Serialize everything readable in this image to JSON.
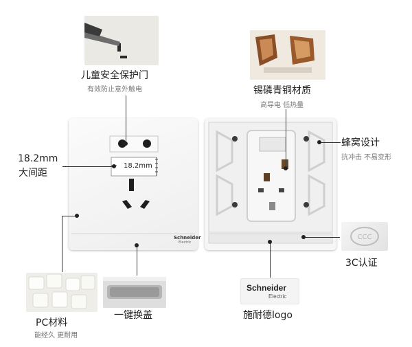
{
  "callouts": {
    "child_door": {
      "title": "儿童安全保护门",
      "subtitle": "有效防止意外触电"
    },
    "copper": {
      "title": "锡磷青铜材质",
      "subtitle": "高导电 低热量"
    },
    "spacing": {
      "title_line1": "18.2mm",
      "title_line2": "大间距",
      "dimension": "18.2mm"
    },
    "honeycomb": {
      "title": "蜂窝设计",
      "subtitle": "抗冲击 不易变形"
    },
    "cert": {
      "title": "3C认证"
    },
    "pc": {
      "title": "PC材料",
      "subtitle": "能经久 更耐用"
    },
    "cover": {
      "title": "一键换盖"
    },
    "logo": {
      "title": "施耐德logo",
      "brand": "Schneider",
      "brand_sub": "Electric"
    }
  },
  "socket": {
    "brand": "Schneider",
    "brand_sub": "Electric"
  }
}
